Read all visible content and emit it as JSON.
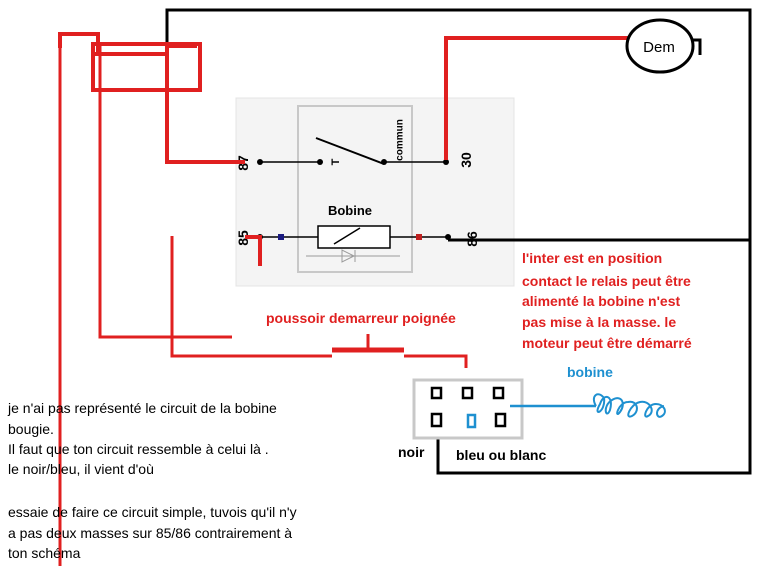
{
  "colors": {
    "red": "#e02020",
    "black": "#000000",
    "blue": "#1e90d0",
    "gray": "#c8c8c8"
  },
  "relay": {
    "pin_87": "87",
    "pin_30": "30",
    "pin_85": "85",
    "pin_86": "86",
    "switch_letter": "T",
    "commun": "commun",
    "bobine": "Bobine"
  },
  "labels": {
    "dem": "Dem",
    "poussoir": "poussoir demarreur poignée",
    "bobine_blue": "bobine",
    "noir": "noir",
    "bleu_ou_blanc": "bleu ou blanc"
  },
  "note_red": [
    "l'inter est en position",
    "contact le relais peut être",
    "alimenté la bobine n'est",
    "pas mise à la masse. le",
    "moteur peut être démarré"
  ],
  "note_black": [
    "je n'ai pas représenté le circuit de la bobine",
    "bougie.",
    "Il faut que ton circuit ressemble à celui là .",
    "le noir/bleu, il vient d'où",
    "",
    "essaie de faire ce circuit simple, tuvois qu'il n'y",
    "a pas deux masses sur 85/86 contrairement à",
    "ton schéma"
  ]
}
